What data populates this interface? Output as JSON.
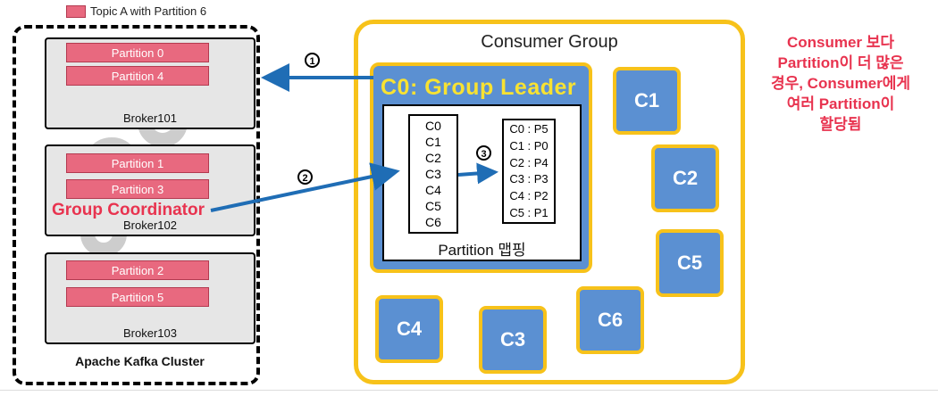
{
  "legend": {
    "label": "Topic A with Partition 6",
    "color": "#e8697f"
  },
  "cluster": {
    "label": "Apache Kafka Cluster",
    "brokers": [
      {
        "name": "Broker101",
        "partitions": [
          "Partition 0",
          "Partition 4"
        ]
      },
      {
        "name": "Broker102",
        "partitions": [
          "Partition 1",
          "Partition 3"
        ]
      },
      {
        "name": "Broker103",
        "partitions": [
          "Partition 2",
          "Partition 5"
        ]
      }
    ],
    "coordinator_label": "Group Coordinator"
  },
  "consumer_group": {
    "title": "Consumer Group",
    "leader_title": "C0: Group Leader",
    "consumers_list": [
      "C0",
      "C1",
      "C2",
      "C3",
      "C4",
      "C5",
      "C6"
    ],
    "assignments": [
      "C0 : P5",
      "C1 : P0",
      "C2 : P4",
      "C3 : P3",
      "C4 : P2",
      "C5 : P1"
    ],
    "mapping_label": "Partition 맵핑",
    "consumers": [
      "C1",
      "C2",
      "C5",
      "C6",
      "C4",
      "C3"
    ]
  },
  "steps": [
    "1",
    "2",
    "3"
  ],
  "note": [
    "Consumer 보다",
    "Partition이 더 많은",
    "경우, Consumer에게",
    "여러 Partition이",
    "할당됨"
  ],
  "colors": {
    "partition": "#e8697f",
    "consumer": "#5b90d2",
    "border_accent": "#f7c21a",
    "leader_title": "#f8e232",
    "highlight_text": "#e8334f",
    "arrow": "#1f6db5"
  }
}
